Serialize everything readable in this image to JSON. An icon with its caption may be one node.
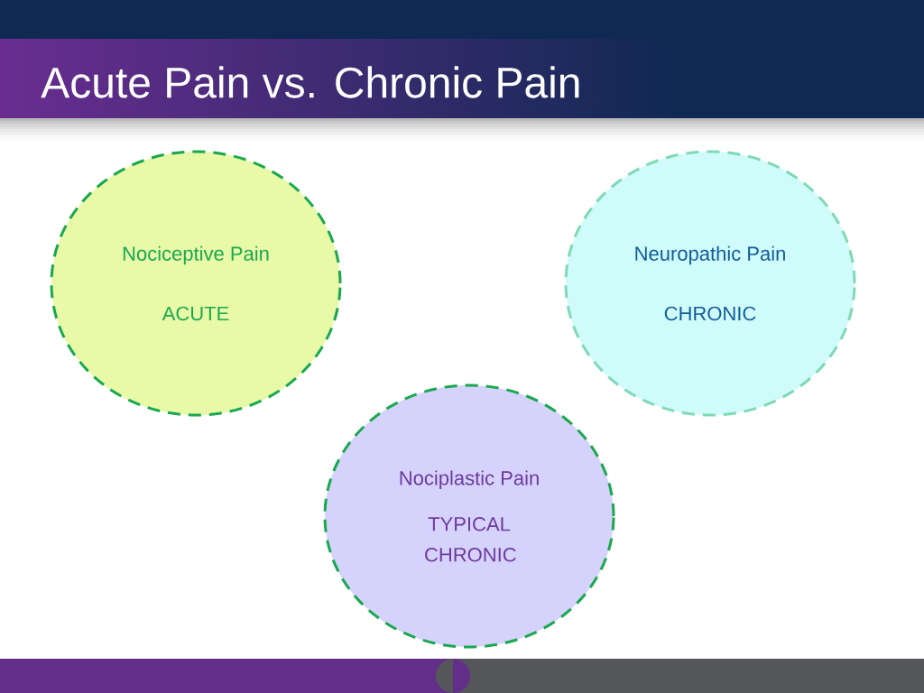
{
  "diagram": {
    "title": "Acute Pain vs. Chronic Pain",
    "nodes": [
      {
        "text": [
          "Nociceptive Pain",
          "ACUTE"
        ]
      },
      {
        "text": [
          "Neuropathic Pain",
          "CHRONIC"
        ]
      },
      {
        "text": [
          "Nociplastic Pain",
          "TYPICAL CHRONIC"
        ]
      }
    ]
  }
}
